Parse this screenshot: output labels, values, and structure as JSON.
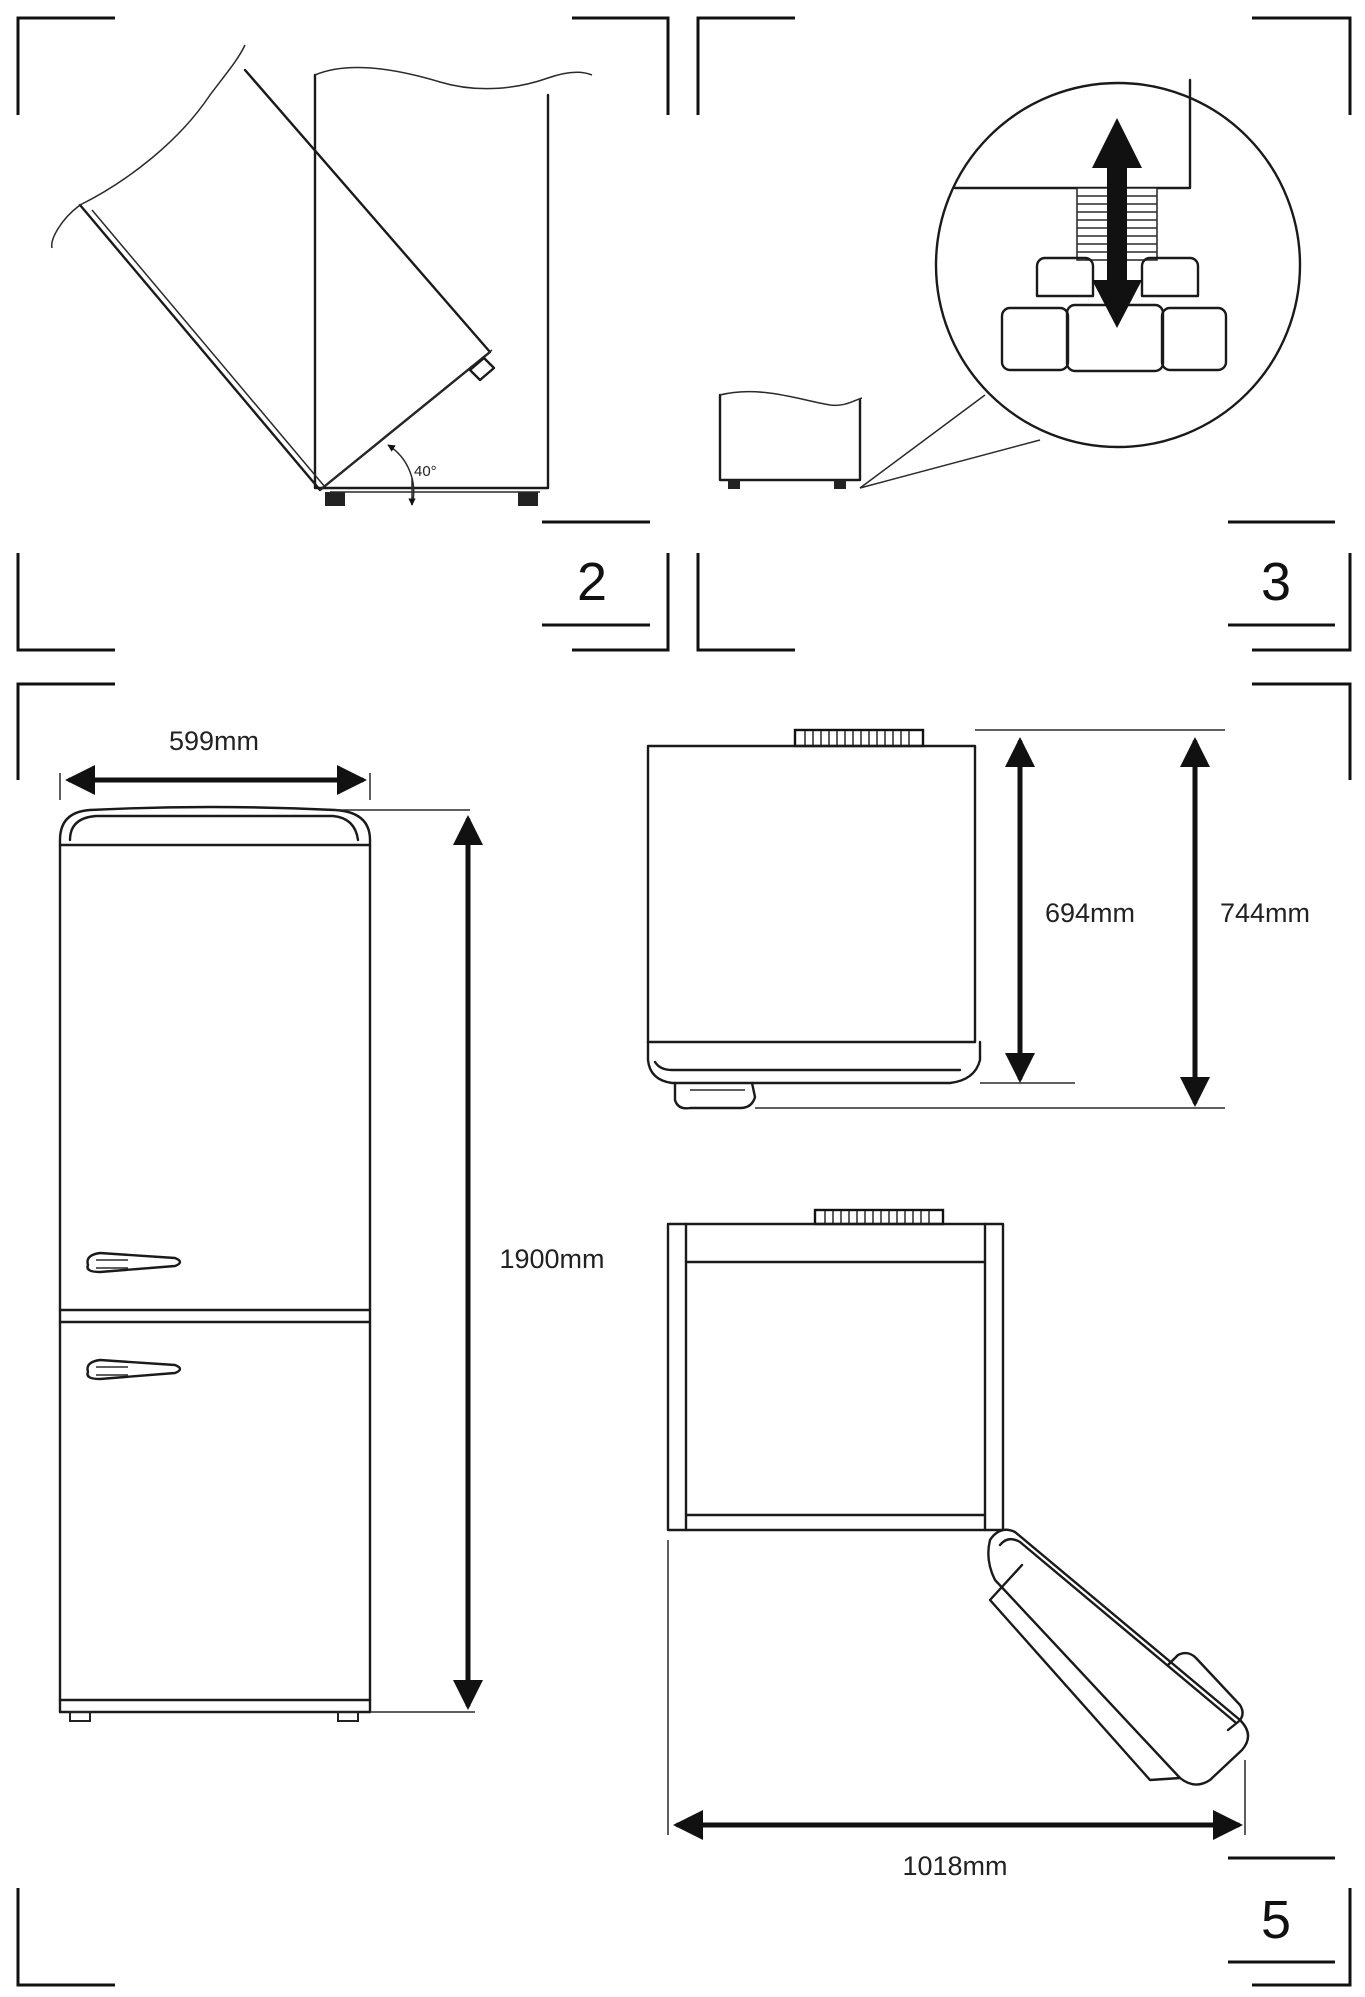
{
  "figures": {
    "tilt": {
      "number": "2",
      "angle_label": "40°"
    },
    "leveling": {
      "number": "3"
    },
    "dimensions": {
      "number": "5",
      "width_label": "599mm",
      "height_label": "1900mm",
      "depth_label": "694mm",
      "depth_with_handle_label": "744mm",
      "door_open_depth_label": "1018mm"
    }
  }
}
